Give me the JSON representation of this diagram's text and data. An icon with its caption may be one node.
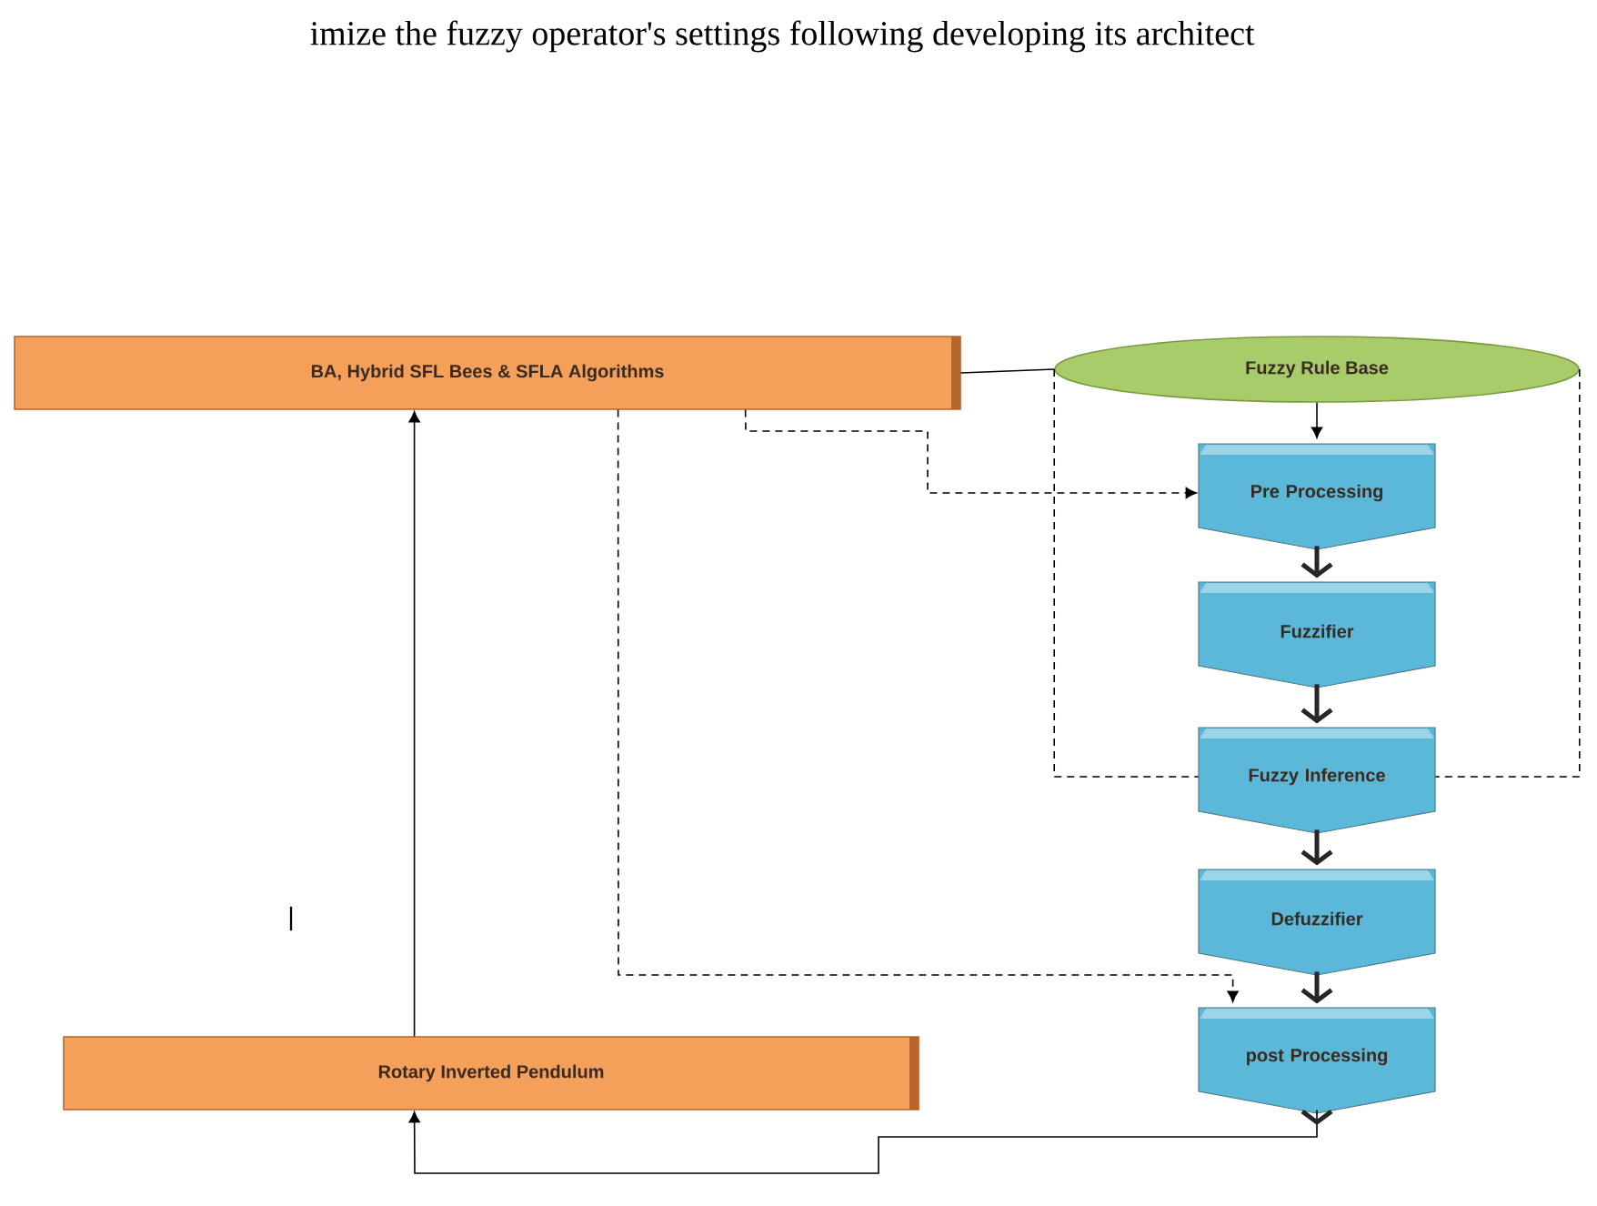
{
  "diagram": {
    "nodes": [
      {
        "text": [
          "BA, Hybrid SFL Bees & SFLA Algorithms"
        ]
      },
      {
        "text": [
          "Fuzzy Rule Base"
        ]
      },
      {
        "text": [
          "Pre Processing"
        ]
      },
      {
        "text": [
          "Fuzzifier"
        ]
      },
      {
        "text": [
          "Fuzzy Inference"
        ]
      },
      {
        "text": [
          "Defuzzifier"
        ]
      },
      {
        "text": [
          "post Processing"
        ]
      },
      {
        "text": [
          "Rotary Inverted Pendulum"
        ]
      }
    ],
    "edges": [
      {
        "from": 0,
        "to": 1,
        "arrow": "none"
      },
      {
        "from": 1,
        "to": 2,
        "arrow": "to"
      },
      {
        "from": 2,
        "to": 3,
        "arrow": "to",
        "style": "thick"
      },
      {
        "from": 3,
        "to": 4,
        "arrow": "to",
        "style": "thick"
      },
      {
        "from": 4,
        "to": 5,
        "arrow": "to",
        "style": "thick"
      },
      {
        "from": 5,
        "to": 6,
        "arrow": "to",
        "style": "thick"
      },
      {
        "from": 0,
        "to": 2,
        "arrow": "to",
        "style": "dashed"
      },
      {
        "from": 0,
        "to": 6,
        "arrow": "to",
        "style": "dashed"
      },
      {
        "from": 1,
        "to": 4,
        "arrow": "none",
        "style": "dashed"
      },
      {
        "from": 1,
        "to": 4,
        "arrow": "none",
        "style": "dashed"
      },
      {
        "from": 6,
        "to": 7,
        "arrow": "to"
      },
      {
        "from": 7,
        "to": 0,
        "arrow": "to"
      }
    ],
    "labels": [
      "imize the fuzzy operator's settings following developing its architect",
      "|"
    ]
  }
}
